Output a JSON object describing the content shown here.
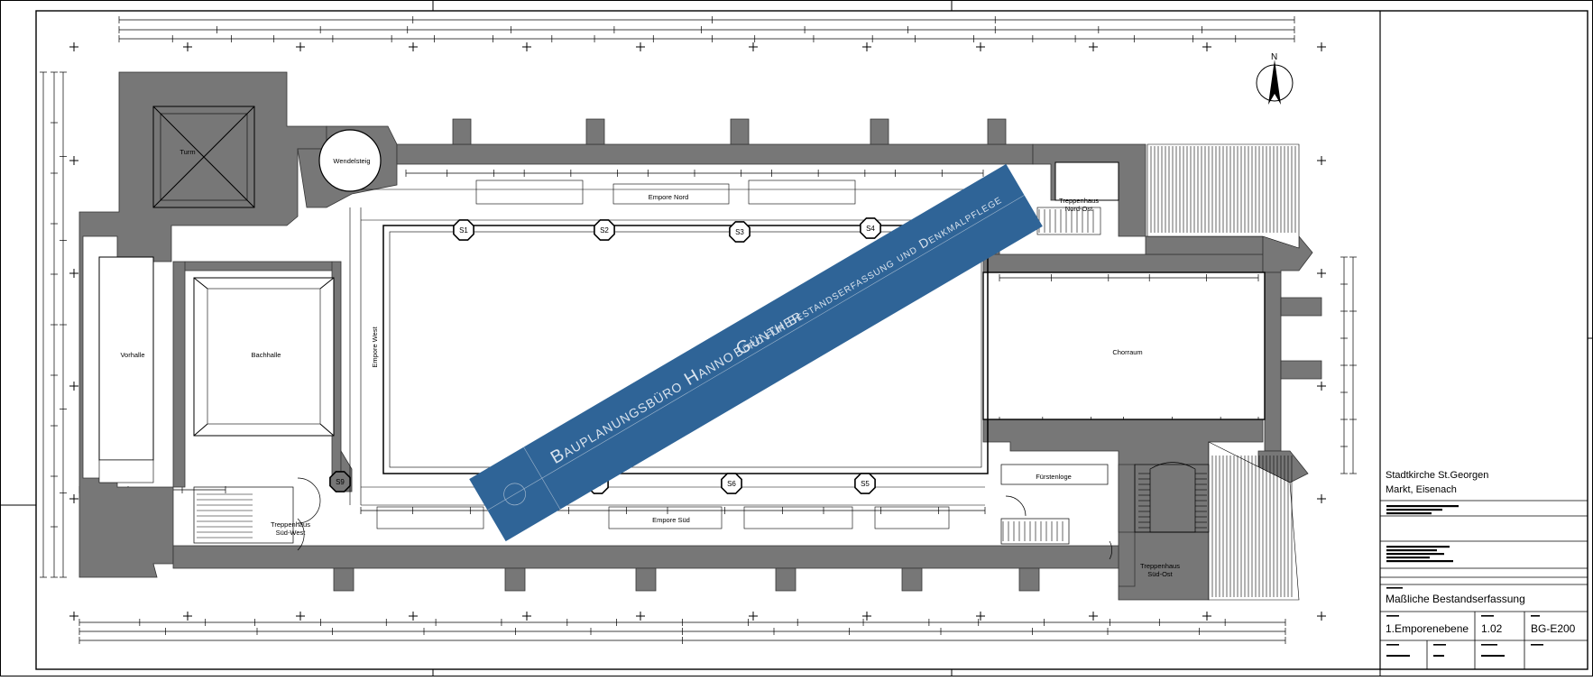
{
  "plan": {
    "rooms": {
      "turm": "Turm",
      "wendelsteig": "Wendelsteig",
      "vorhalle": "Vorhalle",
      "bachhalle": "Bachhalle",
      "empore_nord": "Empore Nord",
      "empore_west": "Empore West",
      "empore_sued": "Empore Süd",
      "chorraum": "Chorraum",
      "fuerstenloge": "Fürstenloge",
      "treppenhaus_nord_ost": [
        "Treppenhaus",
        "Nord-Ost"
      ],
      "treppenhaus_sued_west": [
        "Treppenhaus",
        "Süd-West"
      ],
      "treppenhaus_sued_ost": [
        "Treppenhaus",
        "Süd-Ost"
      ]
    },
    "supports": [
      "S1",
      "S2",
      "S3",
      "S4",
      "S5",
      "S6",
      "S7",
      "S9"
    ],
    "north_label": "N",
    "wall_color": "#777777",
    "line_color": "#000000"
  },
  "watermark": {
    "line1": "Bauplanungsbüro Hanno Günther",
    "line2": "Büro für Bestandserfassung und Denkmalpflege",
    "color": "#2f6497",
    "text_color": "#d9e3ee"
  },
  "title_block": {
    "project_line1": "Stadtkirche St.Georgen",
    "project_line2": "Markt, Eisenach",
    "title": "Maßliche Bestandserfassung",
    "level": "1.Emporenebene",
    "sheet_no": "1.02",
    "plan_code": "BG-E200"
  }
}
